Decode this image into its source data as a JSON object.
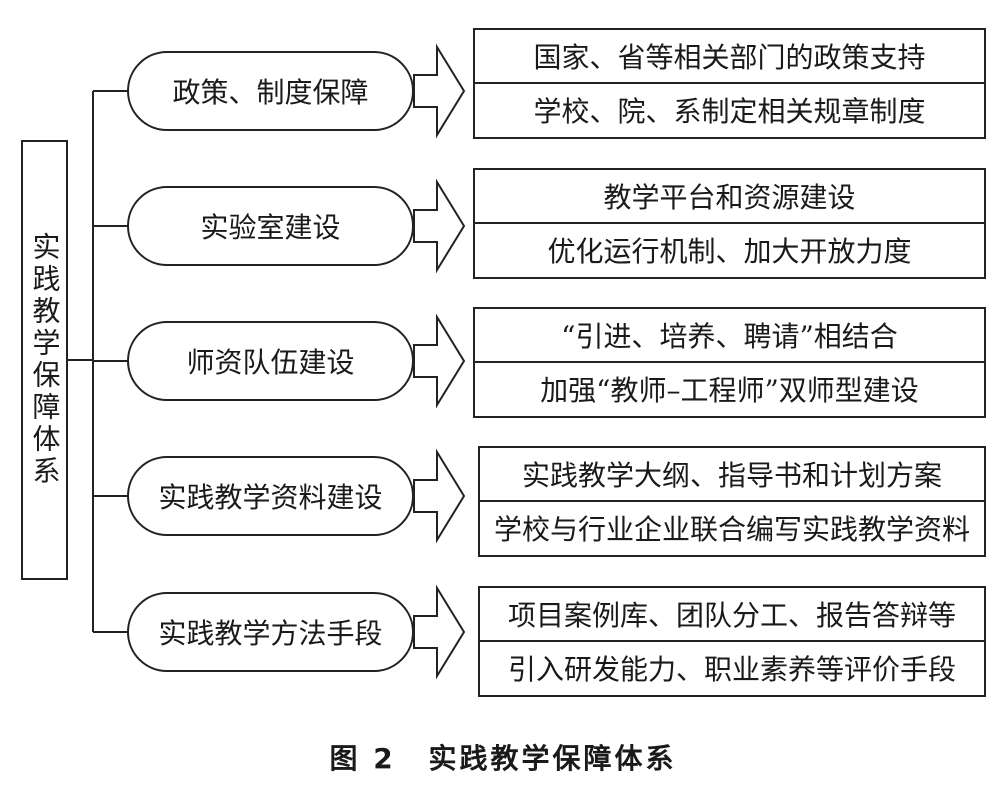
{
  "root": {
    "label": "实践教学保障体系"
  },
  "branches": [
    {
      "label": "政策、制度保障",
      "items": [
        "国家、省等相关部门的政策支持",
        "学校、院、系制定相关规章制度"
      ]
    },
    {
      "label": "实验室建设",
      "items": [
        "教学平台和资源建设",
        "优化运行机制、加大开放力度"
      ]
    },
    {
      "label": "师资队伍建设",
      "items": [
        "“引进、培养、聘请”相结合",
        "加强“教师–工程师”双师型建设"
      ]
    },
    {
      "label": "实践教学资料建设",
      "items": [
        "实践教学大纲、指导书和计划方案",
        "学校与行业企业联合编写实践教学资料"
      ]
    },
    {
      "label": "实践教学方法手段",
      "items": [
        "项目案例库、团队分工、报告答辩等",
        "引入研发能力、职业素养等评价手段"
      ]
    }
  ],
  "caption": {
    "number": "图 2",
    "title": "实践教学保障体系"
  }
}
